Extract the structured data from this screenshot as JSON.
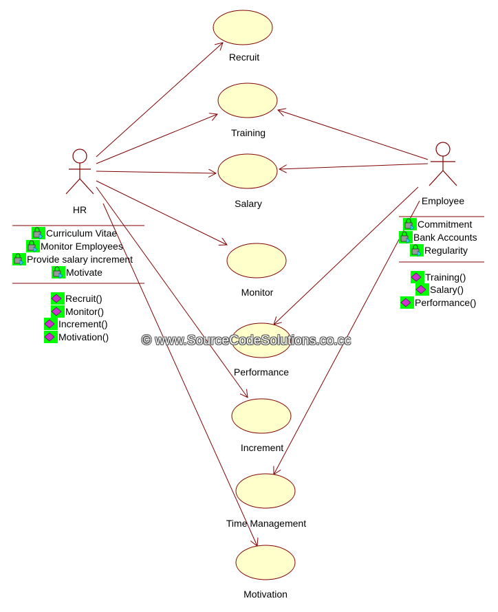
{
  "actors": [
    {
      "id": "hr",
      "name": "HR"
    },
    {
      "id": "employee",
      "name": "Employee"
    }
  ],
  "use_cases": [
    {
      "id": "recruit",
      "name": "Recruit"
    },
    {
      "id": "training",
      "name": "Training"
    },
    {
      "id": "salary",
      "name": "Salary"
    },
    {
      "id": "monitor",
      "name": "Monitor"
    },
    {
      "id": "performance",
      "name": "Performance"
    },
    {
      "id": "increment",
      "name": "Increment"
    },
    {
      "id": "time_management",
      "name": "Time Management"
    },
    {
      "id": "motivation",
      "name": "Motivation"
    }
  ],
  "associations": [
    {
      "from": "HR",
      "to": "Recruit"
    },
    {
      "from": "HR",
      "to": "Training"
    },
    {
      "from": "HR",
      "to": "Salary"
    },
    {
      "from": "HR",
      "to": "Monitor"
    },
    {
      "from": "HR",
      "to": "Increment"
    },
    {
      "from": "HR",
      "to": "Motivation"
    },
    {
      "from": "Employee",
      "to": "Training"
    },
    {
      "from": "Employee",
      "to": "Salary"
    },
    {
      "from": "Employee",
      "to": "Performance"
    },
    {
      "from": "Employee",
      "to": "Time Management"
    }
  ],
  "hr_members": {
    "attributes": [
      "Curriculum Vitae",
      "Monitor Employees",
      "Provide salary increment",
      "Motivate"
    ],
    "operations": [
      "Recruit()",
      "Monitor()",
      "Increment()",
      "Motivation()"
    ]
  },
  "employee_members": {
    "attributes": [
      "Commitment",
      "Bank Accounts",
      "Regularity"
    ],
    "operations": [
      "Training()",
      "Salary()",
      "Performance()"
    ]
  },
  "watermark": "© www.SourceCodeSolutions.co.cc",
  "colors": {
    "line": "#800000",
    "usecase_fill": "#ffffcc",
    "icon_highlight": "#00ff00",
    "operation_icon": "#cc33cc",
    "attribute_icon": "#33ccff"
  }
}
